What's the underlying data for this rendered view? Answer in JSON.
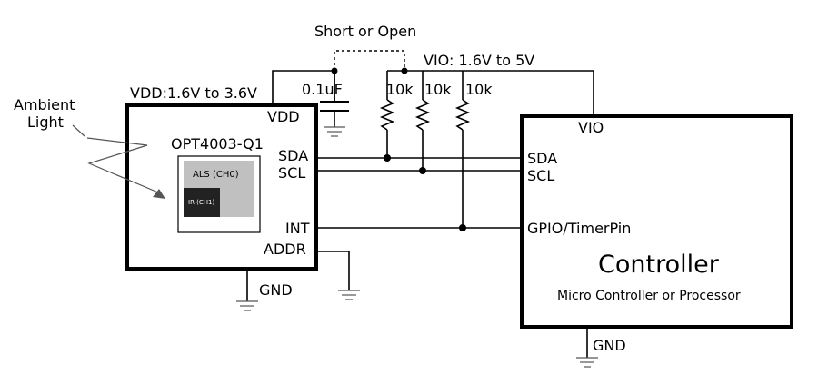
{
  "labels": {
    "short_or_open": "Short or Open",
    "vio_supply": "VIO: 1.6V to 5V",
    "vdd_supply": "VDD:1.6V to 3.6V",
    "capacitor": "0.1uF",
    "r1": "10k",
    "r2": "10k",
    "r3": "10k",
    "ambient_light_1": "Ambient",
    "ambient_light_2": "Light"
  },
  "sensor": {
    "name": "OPT4003-Q1",
    "pins": {
      "vdd": "VDD",
      "sda": "SDA",
      "scl": "SCL",
      "int": "INT",
      "addr": "ADDR"
    },
    "gnd": "GND",
    "als_channel": "ALS (CH0)",
    "ir_channel": "IR (CH1)"
  },
  "controller": {
    "title": "Controller",
    "subtitle": "Micro Controller or Processor",
    "pins": {
      "vio": "VIO",
      "sda": "SDA",
      "scl": "SCL",
      "gpio": "GPIO/TimerPin"
    },
    "gnd": "GND"
  },
  "colors": {
    "wire": "#000000",
    "als_fill": "#c0c0c0",
    "ir_fill": "#222222"
  }
}
